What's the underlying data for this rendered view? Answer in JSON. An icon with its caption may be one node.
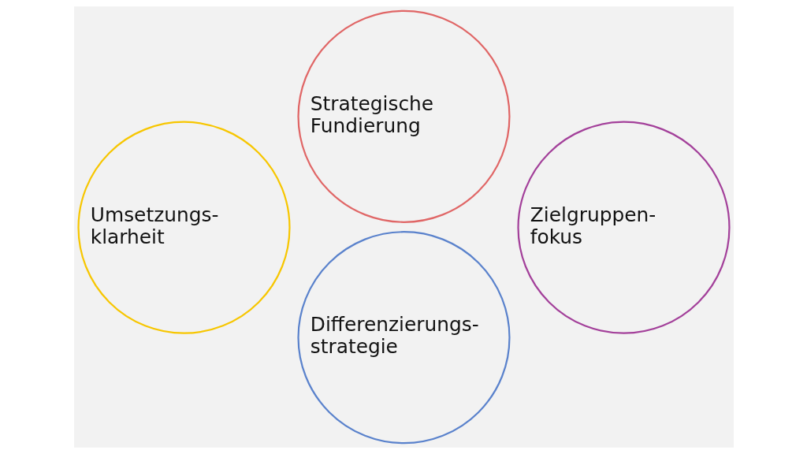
{
  "diagram": {
    "nodes": [
      {
        "text": [
          "Strategische Fundierung"
        ]
      },
      {
        "text": [
          "Umsetzungs- klarheit"
        ]
      },
      {
        "text": [
          "Zielgruppen- fokus"
        ]
      },
      {
        "text": [
          "Differenzierungs- strategie"
        ]
      }
    ]
  }
}
